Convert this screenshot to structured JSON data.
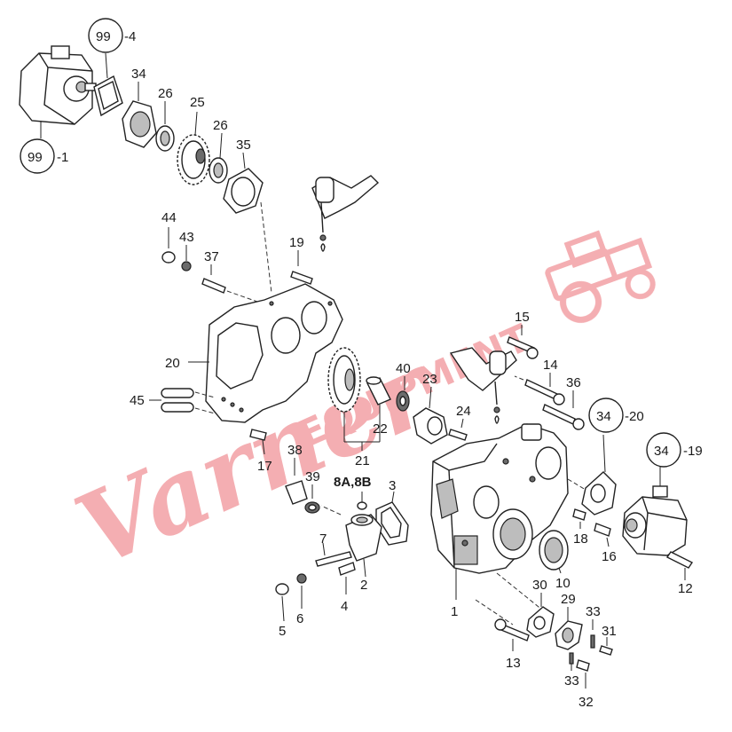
{
  "watermark": {
    "brand": "Varner",
    "line": "EQUIPMENT"
  },
  "reference_labels": {
    "pump_top_circle": "99",
    "pump_top_suffix": "-4",
    "pump_top_left_circle": "99",
    "pump_top_left_suffix": "-1",
    "pump_right_a_circle": "34",
    "pump_right_a_suffix": "-20",
    "pump_right_b_circle": "34",
    "pump_right_b_suffix": "-19"
  },
  "part_labels": {
    "p34": "34",
    "p26a": "26",
    "p25": "25",
    "p26b": "26",
    "p35": "35",
    "p44": "44",
    "p43": "43",
    "p37": "37",
    "p19": "19",
    "p20": "20",
    "p45": "45",
    "p40": "40",
    "p23": "23",
    "p22": "22",
    "p21": "21",
    "p24": "24",
    "p17": "17",
    "p38": "38",
    "p39": "39",
    "p8ab": "8A,8B",
    "p3": "3",
    "p15": "15",
    "p14": "14",
    "p36": "36",
    "p7": "7",
    "p2": "2",
    "p4": "4",
    "p6": "6",
    "p5": "5",
    "p1": "1",
    "p18": "18",
    "p16": "16",
    "p10": "10",
    "p12": "12",
    "p30": "30",
    "p29": "29",
    "p33a": "33",
    "p31": "31",
    "p33b": "33",
    "p13": "13",
    "p32": "32"
  }
}
